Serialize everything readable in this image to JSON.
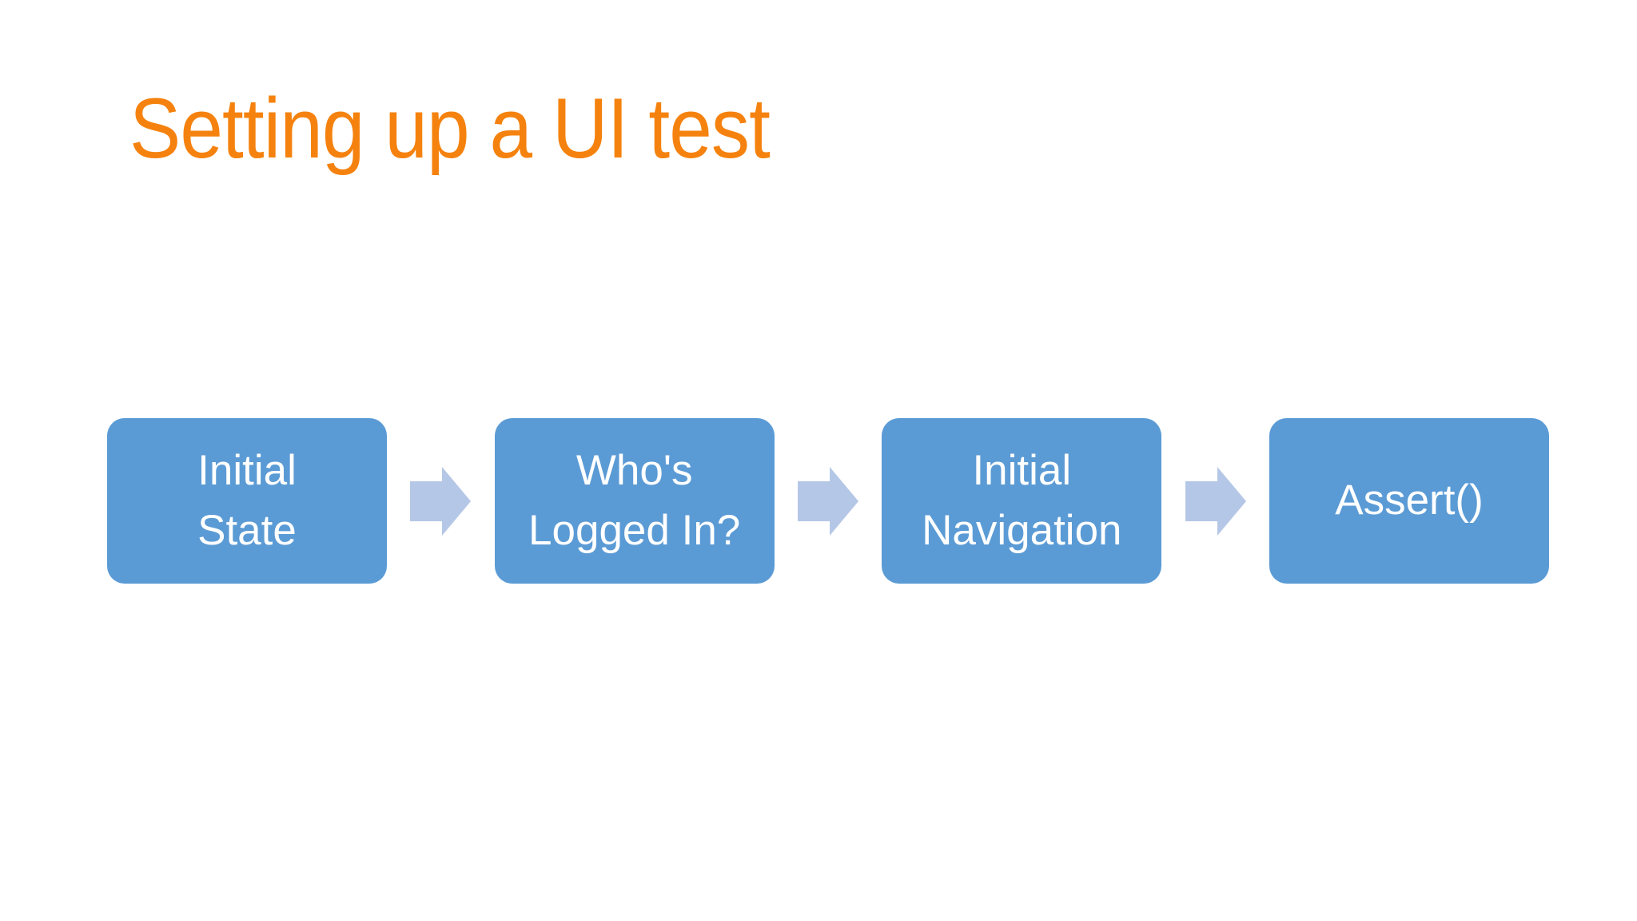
{
  "theme": {
    "background_color": "#ffffff",
    "title_color": "#F5820E",
    "box_color": "#5B9BD5",
    "box_text_color": "#ffffff",
    "arrow_color": "#B5C7E6"
  },
  "slide": {
    "title": "Setting up a UI test",
    "steps": [
      {
        "label": "Initial\nState"
      },
      {
        "label": "Who's\nLogged In?"
      },
      {
        "label": "Initial\nNavigation"
      },
      {
        "label": "Assert()"
      }
    ]
  }
}
